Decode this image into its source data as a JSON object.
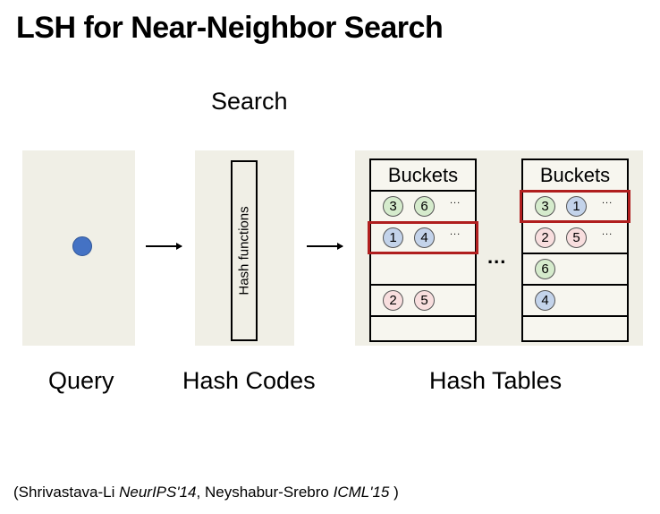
{
  "title": "LSH for Near-Neighbor Search",
  "search_label": "Search",
  "hash_functions_label": "Hash functions",
  "captions": {
    "query": "Query",
    "hash_codes": "Hash Codes",
    "hash_tables": "Hash Tables"
  },
  "tables": [
    {
      "header": "Buckets",
      "rows": [
        {
          "items": [
            "3",
            "6"
          ],
          "colors": [
            "green",
            "green"
          ],
          "more": "...",
          "highlight": false
        },
        {
          "items": [
            "1",
            "4"
          ],
          "colors": [
            "blue",
            "blue"
          ],
          "more": "...",
          "highlight": true
        },
        {
          "items": [],
          "colors": [],
          "more": "",
          "highlight": false
        },
        {
          "items": [
            "2",
            "5"
          ],
          "colors": [
            "pink",
            "pink"
          ],
          "more": "",
          "highlight": false
        },
        {
          "items": [],
          "colors": [],
          "more": "",
          "highlight": false
        }
      ]
    },
    {
      "header": "Buckets",
      "rows": [
        {
          "items": [
            "3",
            "1"
          ],
          "colors": [
            "green",
            "blue"
          ],
          "more": "...",
          "highlight": true
        },
        {
          "items": [
            "2",
            "5"
          ],
          "colors": [
            "pink",
            "pink"
          ],
          "more": "...",
          "highlight": false
        },
        {
          "items": [
            "6"
          ],
          "colors": [
            "green"
          ],
          "more": "",
          "highlight": false
        },
        {
          "items": [
            "4"
          ],
          "colors": [
            "blue"
          ],
          "more": "",
          "highlight": false
        },
        {
          "items": [],
          "colors": [],
          "more": "",
          "highlight": false
        }
      ]
    }
  ],
  "between_tables": "...",
  "reference": {
    "open": "(Shrivastava-Li ",
    "venue1": "NeurIPS'14",
    "middle": ", Neyshabur-Srebro ",
    "venue2": "ICML'15",
    "close": " )"
  },
  "colors": {
    "query_dot": "#4472c4",
    "highlight": "#b01e1e",
    "panel": "#f0efe6",
    "green": "#d5ebcc",
    "blue": "#c3d3ea",
    "pink": "#f8dede"
  }
}
